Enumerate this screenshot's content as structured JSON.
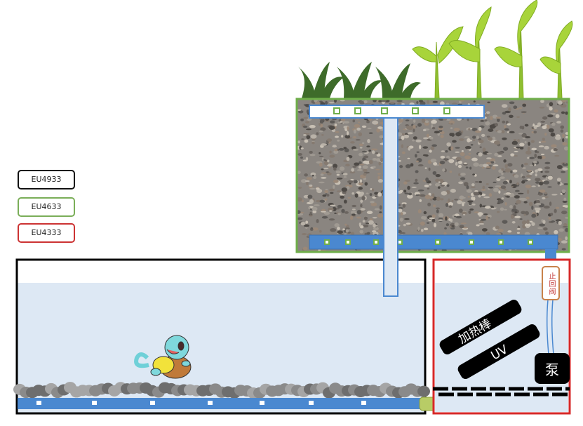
{
  "legend": [
    {
      "label": "EU4933",
      "color": "#111111"
    },
    {
      "label": "EU4633",
      "color": "#77aa55"
    },
    {
      "label": "EU4333",
      "color": "#cc3333"
    }
  ],
  "labels": {
    "heater": "加热棒",
    "uv": "UV",
    "pump": "泵",
    "check_valve": "止回阀"
  },
  "colors": {
    "pipe": "#4a88d0",
    "water": "#dde8f4",
    "grow_bed_border": "#6fae4a",
    "sump_border": "#d62828",
    "tank_border": "#000000"
  }
}
